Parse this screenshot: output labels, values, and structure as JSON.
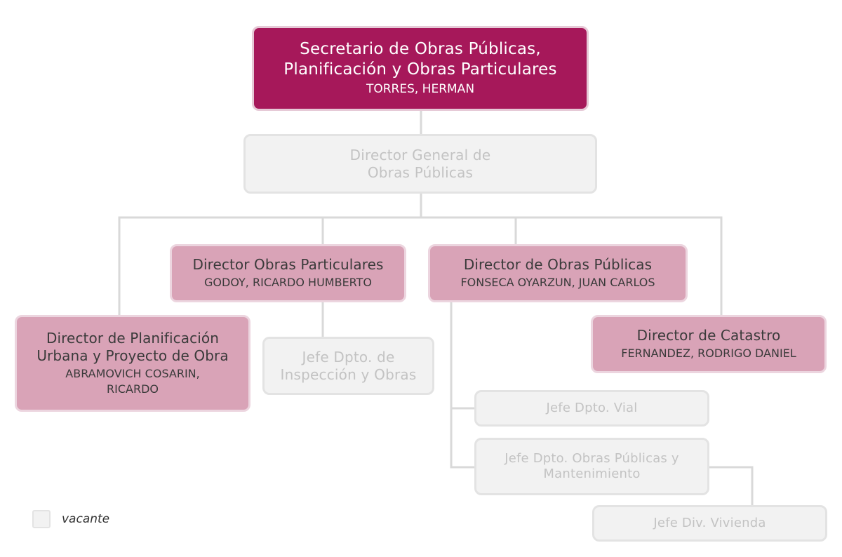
{
  "nodes": {
    "secretario": {
      "title_lines": [
        "Secretario de Obras Públicas,",
        "Planificación y Obras Particulares"
      ],
      "person": "TORRES, HERMAN"
    },
    "director_general": {
      "title_lines": [
        "Director General de",
        "Obras Públicas"
      ]
    },
    "obras_particulares": {
      "title_lines": [
        "Director Obras Particulares"
      ],
      "person": "GODOY, RICARDO HUMBERTO"
    },
    "obras_publicas": {
      "title_lines": [
        "Director de Obras Públicas"
      ],
      "person": "FONSECA OYARZUN, JUAN CARLOS"
    },
    "planificacion": {
      "title_lines": [
        "Director de Planificación",
        "Urbana y Proyecto de Obra"
      ],
      "person_lines": [
        "ABRAMOVICH COSARIN,",
        "RICARDO"
      ]
    },
    "inspeccion": {
      "title_lines": [
        "Jefe Dpto. de",
        "Inspección y Obras"
      ]
    },
    "catastro": {
      "title_lines": [
        "Director de Catastro"
      ],
      "person": "FERNANDEZ,  RODRIGO DANIEL"
    },
    "vial": {
      "title_lines": [
        "Jefe Dpto. Vial"
      ]
    },
    "mantenimiento": {
      "title_lines": [
        "Jefe Dpto. Obras Públicas y",
        "Mantenimiento"
      ]
    },
    "vivienda": {
      "title_lines": [
        "Jefe Div. Vivienda"
      ]
    }
  },
  "legend": {
    "vacant_label": "vacante"
  },
  "colors": {
    "top_fill": "#a6185a",
    "filled_fill": "#d9a3b7",
    "vacant_fill": "#f2f2f2",
    "connector": "#d9d9d9"
  }
}
